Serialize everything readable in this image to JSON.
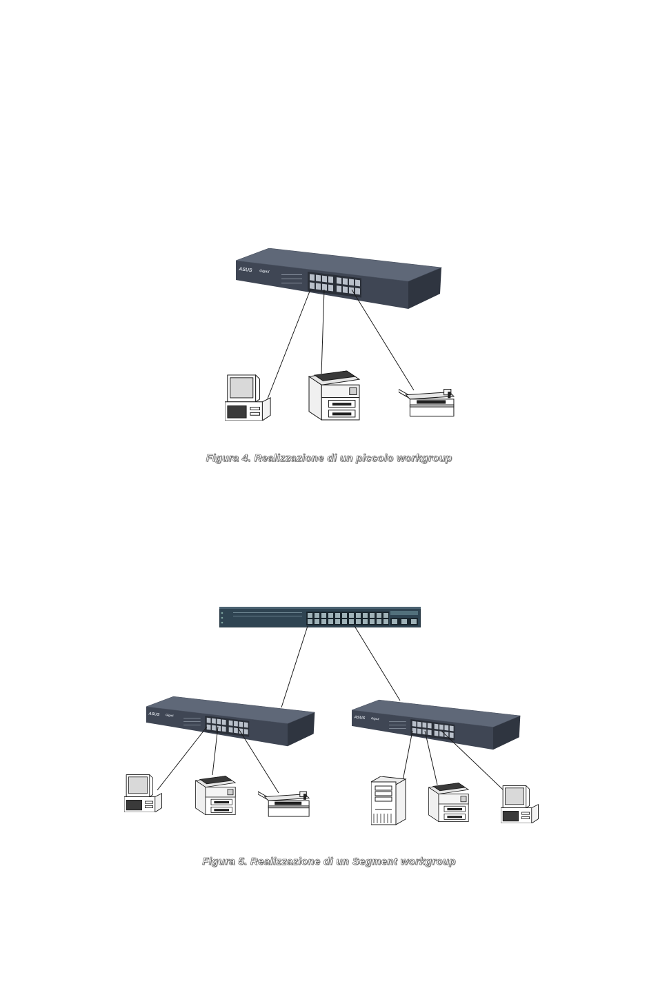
{
  "figure4": {
    "caption": "Figura 4. Realizzazione di un piccolo workgroup",
    "devices": [
      "switch-16-port",
      "workstation",
      "laser-printer",
      "fax-machine"
    ]
  },
  "figure5": {
    "caption": "Figura 5. Realizzazione di un Segment workgroup",
    "devices": [
      "gigabit-backbone-switch",
      "switch-16-port",
      "switch-16-port",
      "workstation",
      "laser-printer",
      "fax-machine",
      "tower-server",
      "laser-printer",
      "workstation"
    ]
  },
  "colors": {
    "switch_top": "#5a6372",
    "switch_front": "#3c4350",
    "backbone": "#2e4150",
    "port": "#b8bec8",
    "line": "#1a1a1a"
  }
}
